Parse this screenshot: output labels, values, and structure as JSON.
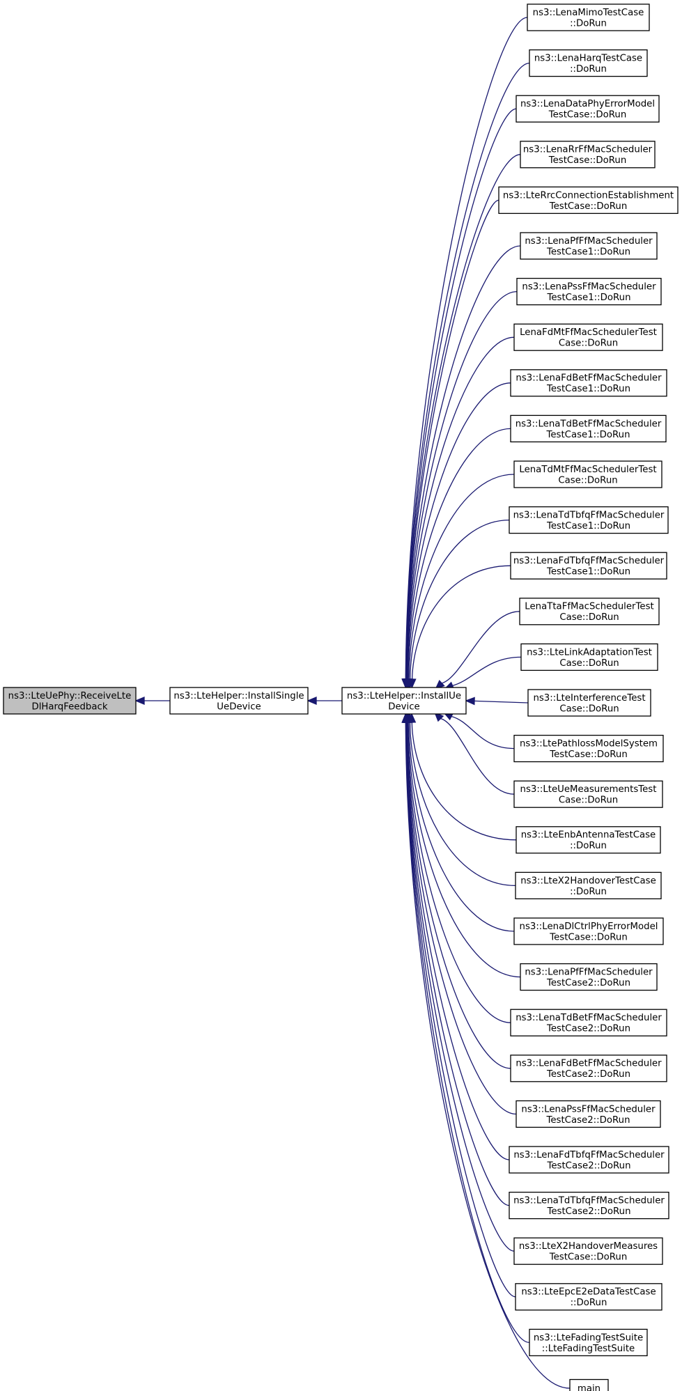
{
  "graph": {
    "focus": {
      "id": "receive",
      "lines": [
        "ns3::LteUePhy::ReceiveLte",
        "DlHarqFeedback"
      ]
    },
    "install_single": {
      "id": "install_single",
      "lines": [
        "ns3::LteHelper::InstallSingle",
        "UeDevice"
      ]
    },
    "install_ue": {
      "id": "install_ue",
      "lines": [
        "ns3::LteHelper::InstallUe",
        "Device"
      ]
    },
    "callers": [
      {
        "id": "c01",
        "lines": [
          "ns3::LenaMimoTestCase",
          "::DoRun"
        ]
      },
      {
        "id": "c02",
        "lines": [
          "ns3::LenaHarqTestCase",
          "::DoRun"
        ]
      },
      {
        "id": "c03",
        "lines": [
          "ns3::LenaDataPhyErrorModel",
          "TestCase::DoRun"
        ]
      },
      {
        "id": "c04",
        "lines": [
          "ns3::LenaRrFfMacScheduler",
          "TestCase::DoRun"
        ]
      },
      {
        "id": "c05",
        "lines": [
          "ns3::LteRrcConnectionEstablishment",
          "TestCase::DoRun"
        ]
      },
      {
        "id": "c06",
        "lines": [
          "ns3::LenaPfFfMacScheduler",
          "TestCase1::DoRun"
        ]
      },
      {
        "id": "c07",
        "lines": [
          "ns3::LenaPssFfMacScheduler",
          "TestCase1::DoRun"
        ]
      },
      {
        "id": "c08",
        "lines": [
          "LenaFdMtFfMacSchedulerTest",
          "Case::DoRun"
        ]
      },
      {
        "id": "c09",
        "lines": [
          "ns3::LenaFdBetFfMacScheduler",
          "TestCase1::DoRun"
        ]
      },
      {
        "id": "c10",
        "lines": [
          "ns3::LenaTdBetFfMacScheduler",
          "TestCase1::DoRun"
        ]
      },
      {
        "id": "c11",
        "lines": [
          "LenaTdMtFfMacSchedulerTest",
          "Case::DoRun"
        ]
      },
      {
        "id": "c12",
        "lines": [
          "ns3::LenaTdTbfqFfMacScheduler",
          "TestCase1::DoRun"
        ]
      },
      {
        "id": "c13",
        "lines": [
          "ns3::LenaFdTbfqFfMacScheduler",
          "TestCase1::DoRun"
        ]
      },
      {
        "id": "c14",
        "lines": [
          "LenaTtaFfMacSchedulerTest",
          "Case::DoRun"
        ]
      },
      {
        "id": "c15",
        "lines": [
          "ns3::LteLinkAdaptationTest",
          "Case::DoRun"
        ]
      },
      {
        "id": "c16",
        "lines": [
          "ns3::LteInterferenceTest",
          "Case::DoRun"
        ]
      },
      {
        "id": "c17",
        "lines": [
          "ns3::LtePathlossModelSystem",
          "TestCase::DoRun"
        ]
      },
      {
        "id": "c18",
        "lines": [
          "ns3::LteUeMeasurementsTest",
          "Case::DoRun"
        ]
      },
      {
        "id": "c19",
        "lines": [
          "ns3::LteEnbAntennaTestCase",
          "::DoRun"
        ]
      },
      {
        "id": "c20",
        "lines": [
          "ns3::LteX2HandoverTestCase",
          "::DoRun"
        ]
      },
      {
        "id": "c21",
        "lines": [
          "ns3::LenaDlCtrlPhyErrorModel",
          "TestCase::DoRun"
        ]
      },
      {
        "id": "c22",
        "lines": [
          "ns3::LenaPfFfMacScheduler",
          "TestCase2::DoRun"
        ]
      },
      {
        "id": "c23",
        "lines": [
          "ns3::LenaTdBetFfMacScheduler",
          "TestCase2::DoRun"
        ]
      },
      {
        "id": "c24",
        "lines": [
          "ns3::LenaFdBetFfMacScheduler",
          "TestCase2::DoRun"
        ]
      },
      {
        "id": "c25",
        "lines": [
          "ns3::LenaPssFfMacScheduler",
          "TestCase2::DoRun"
        ]
      },
      {
        "id": "c26",
        "lines": [
          "ns3::LenaFdTbfqFfMacScheduler",
          "TestCase2::DoRun"
        ]
      },
      {
        "id": "c27",
        "lines": [
          "ns3::LenaTdTbfqFfMacScheduler",
          "TestCase2::DoRun"
        ]
      },
      {
        "id": "c28",
        "lines": [
          "ns3::LteX2HandoverMeasures",
          "TestCase::DoRun"
        ]
      },
      {
        "id": "c29",
        "lines": [
          "ns3::LteEpcE2eDataTestCase",
          "::DoRun"
        ]
      },
      {
        "id": "c30",
        "lines": [
          "ns3::LteFadingTestSuite",
          "::LteFadingTestSuite"
        ]
      },
      {
        "id": "c31",
        "lines": [
          "main"
        ]
      }
    ],
    "colors": {
      "edge": "#191970",
      "focus_fill": "#bfbfbf",
      "box_stroke": "#000000"
    }
  }
}
